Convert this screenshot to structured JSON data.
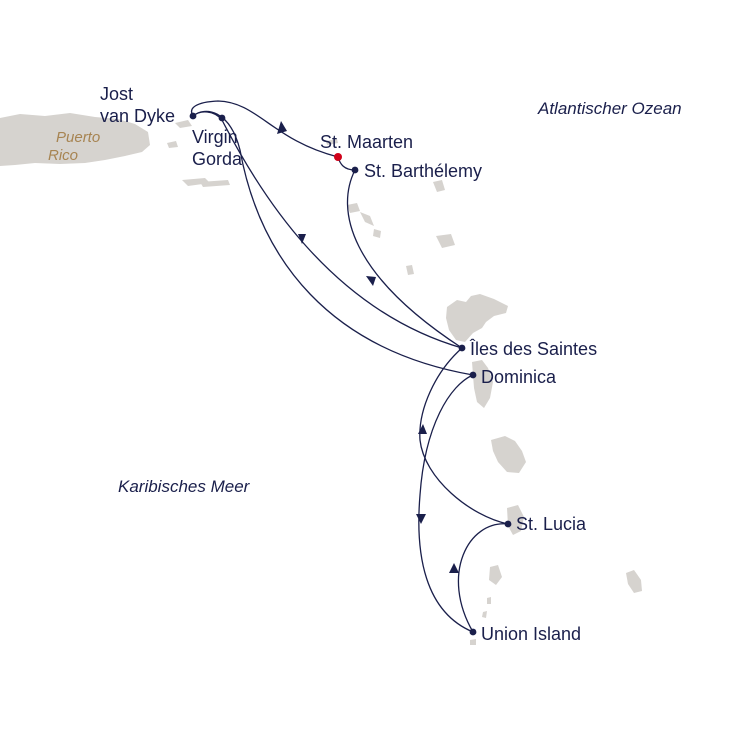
{
  "colors": {
    "route": "#1a1f4b",
    "land": "#d6d3cf",
    "start_port": "#d0021b",
    "country_label": "#a78452",
    "text": "#1a1f4b"
  },
  "seas": {
    "atlantic": "Atlantischer Ozean",
    "caribbean": "Karibisches Meer"
  },
  "country": {
    "line1": "Puerto",
    "line2": "Rico"
  },
  "ports": {
    "st_maarten": "St. Maarten",
    "st_barthelemy": "St. Barthélemy",
    "jost_line1": "Jost",
    "jost_line2": "van Dyke",
    "virgin_line1": "Virgin",
    "virgin_line2": "Gorda",
    "iles_des_saintes": "Îles des Saintes",
    "dominica": "Dominica",
    "st_lucia": "St. Lucia",
    "union_island": "Union Island"
  }
}
